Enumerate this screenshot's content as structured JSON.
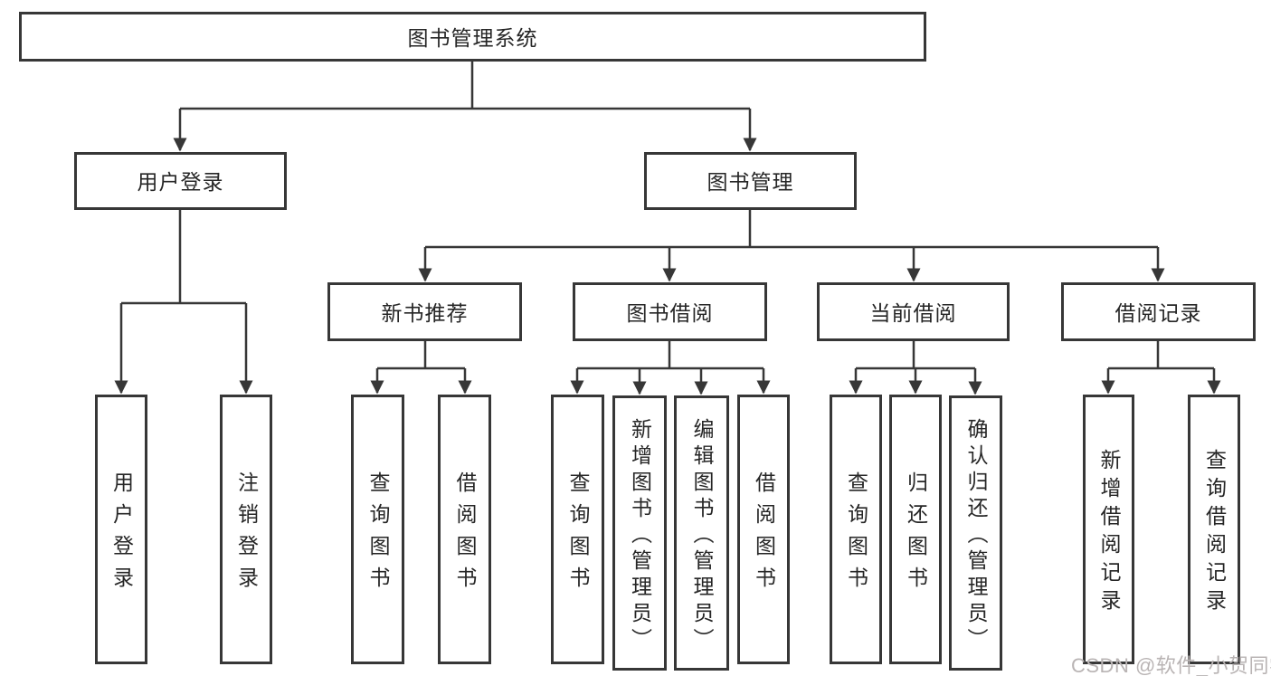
{
  "diagram": {
    "root": {
      "label": "图书管理系统"
    },
    "login": {
      "label": "用户登录",
      "children": [
        {
          "label": "用户登录"
        },
        {
          "label": "注销登录"
        }
      ]
    },
    "management": {
      "label": "图书管理",
      "sections": [
        {
          "label": "新书推荐",
          "children": [
            {
              "label": "查询图书"
            },
            {
              "label": "借阅图书"
            }
          ]
        },
        {
          "label": "图书借阅",
          "children": [
            {
              "label": "查询图书"
            },
            {
              "label": "新增图书（管理员）"
            },
            {
              "label": "编辑图书（管理员）"
            },
            {
              "label": "借阅图书"
            }
          ]
        },
        {
          "label": "当前借阅",
          "children": [
            {
              "label": "查询图书"
            },
            {
              "label": "归还图书"
            },
            {
              "label": "确认归还（管理员）"
            }
          ]
        },
        {
          "label": "借阅记录",
          "children": [
            {
              "label": "新增借阅记录"
            },
            {
              "label": "查询借阅记录"
            }
          ]
        }
      ]
    },
    "colors": {
      "line": "#373737",
      "text": "#262626",
      "watermark": "#b9b4b4"
    }
  },
  "watermark": {
    "text": "CSDN @软件_小贺同学"
  }
}
